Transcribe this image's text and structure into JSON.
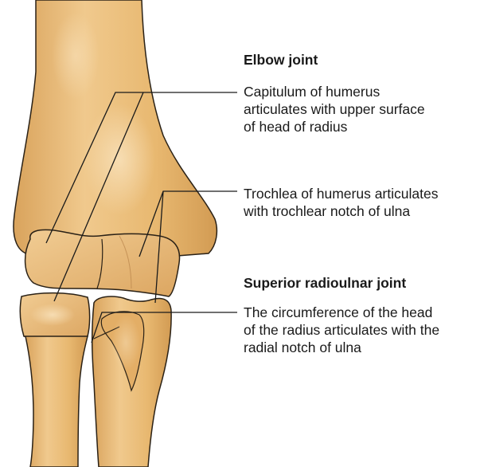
{
  "sections": [
    {
      "heading": "Elbow joint",
      "labels": [
        {
          "lines": [
            "Capitulum of humerus",
            "articulates with upper surface",
            "of head of radius"
          ]
        },
        {
          "lines": [
            "Trochlea of humerus articulates",
            "with trochlear notch of ulna"
          ]
        }
      ]
    },
    {
      "heading": "Superior radioulnar joint",
      "labels": [
        {
          "lines": [
            "The circumference of the head",
            "of the radius articulates with the",
            "radial notch of ulna"
          ]
        }
      ]
    }
  ],
  "colors": {
    "bone": "#e8b870",
    "bone_highlight": "#f3d3a0",
    "bone_shadow": "#cf9a55",
    "outline": "#2a2116",
    "leader": "#1a1a1a",
    "text": "#1a1a1a"
  }
}
